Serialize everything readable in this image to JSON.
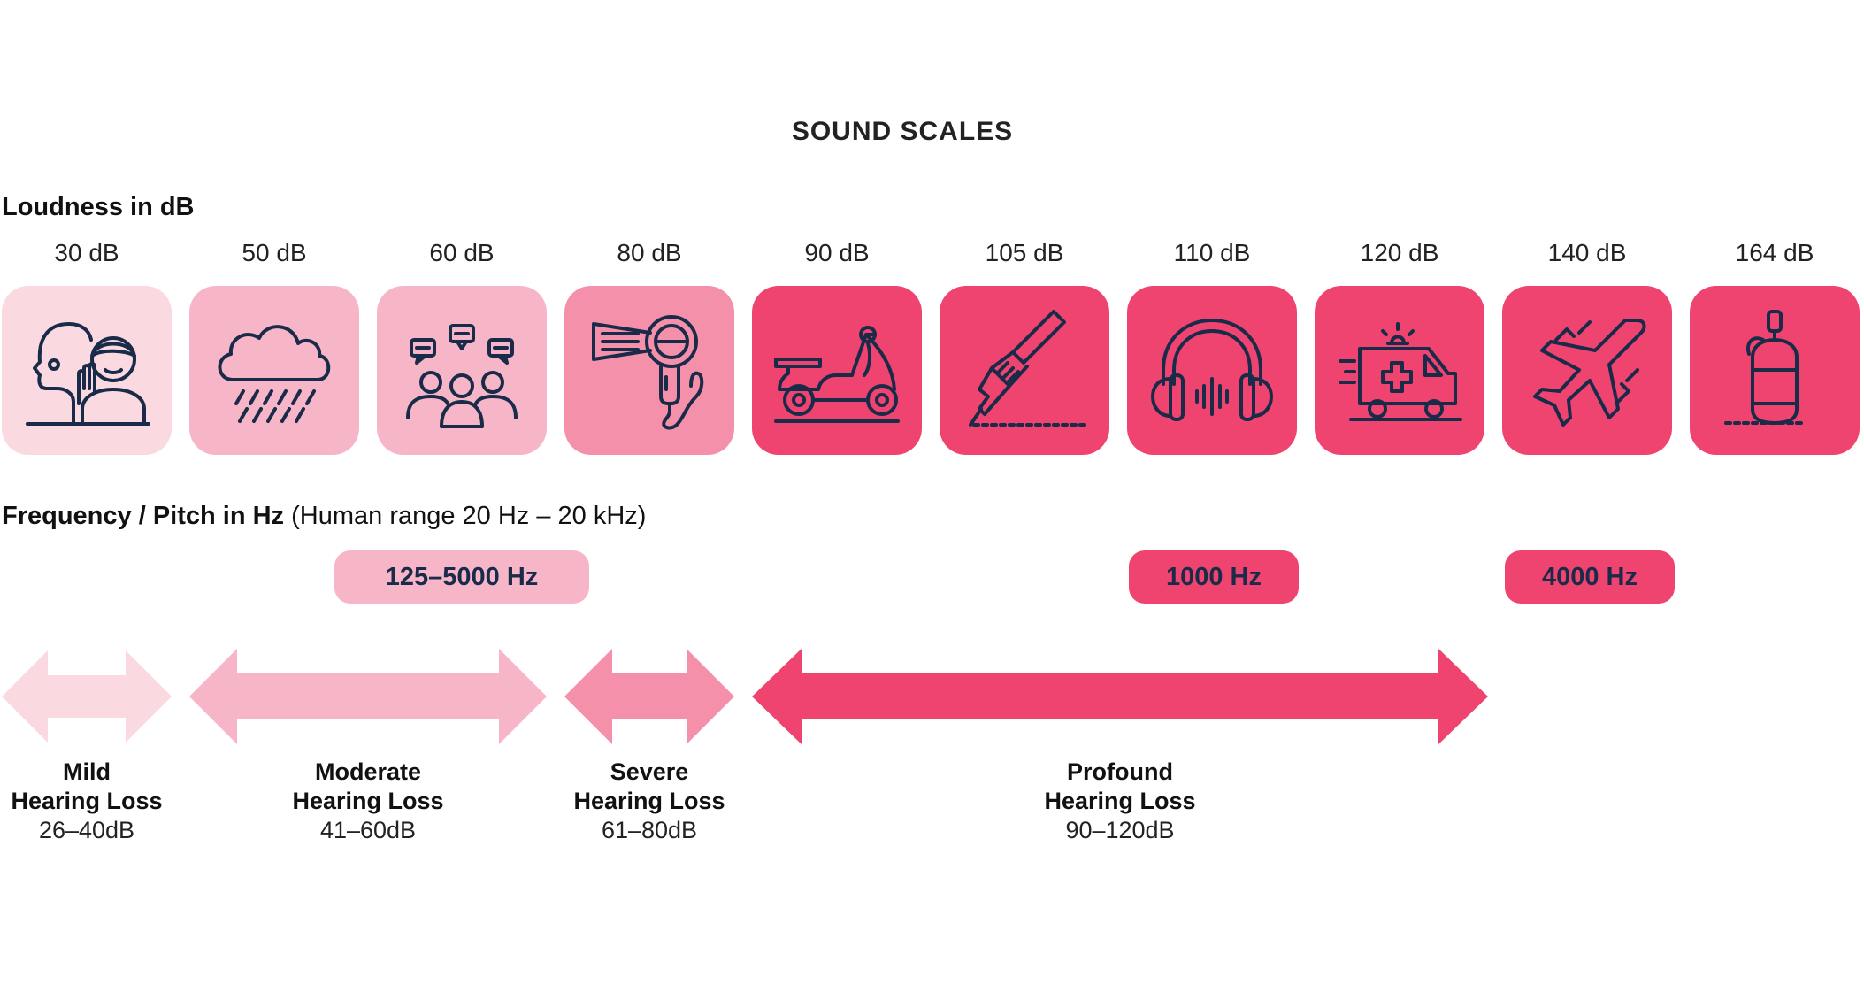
{
  "title": "SOUND SCALES",
  "loudness_label": "Loudness in dB",
  "frequency_label_bold": "Frequency / Pitch in Hz",
  "frequency_label_rest": " (Human range 20 Hz – 20 kHz)",
  "colors": {
    "lightest": "#fad9e1",
    "light": "#f7b6c8",
    "medium": "#f590ab",
    "strong": "#ef446f",
    "icon_stroke": "#1a2b4a"
  },
  "scale": [
    {
      "db": "30 dB",
      "icon": "whisper-icon",
      "level": "lightest"
    },
    {
      "db": "50 dB",
      "icon": "rain-cloud-icon",
      "level": "light"
    },
    {
      "db": "60 dB",
      "icon": "conversation-icon",
      "level": "light"
    },
    {
      "db": "80 dB",
      "icon": "hair-dryer-icon",
      "level": "medium"
    },
    {
      "db": "90 dB",
      "icon": "scooter-icon",
      "level": "strong"
    },
    {
      "db": "105 dB",
      "icon": "chainsaw-icon",
      "level": "strong"
    },
    {
      "db": "110 dB",
      "icon": "headphones-icon",
      "level": "strong"
    },
    {
      "db": "120 dB",
      "icon": "ambulance-icon",
      "level": "strong"
    },
    {
      "db": "140 dB",
      "icon": "airplane-icon",
      "level": "strong"
    },
    {
      "db": "164 dB",
      "icon": "gas-cylinder-icon",
      "level": "strong"
    }
  ],
  "frequencies": [
    {
      "label": "125–5000 Hz",
      "level": "light"
    },
    {
      "label": "1000 Hz",
      "level": "strong"
    },
    {
      "label": "4000 Hz",
      "level": "strong"
    }
  ],
  "hearing_loss": [
    {
      "line1": "Mild",
      "line2": "Hearing Loss",
      "range": "26–40dB",
      "level": "lightest"
    },
    {
      "line1": "Moderate",
      "line2": "Hearing Loss",
      "range": "41–60dB",
      "level": "light"
    },
    {
      "line1": "Severe",
      "line2": "Hearing Loss",
      "range": "61–80dB",
      "level": "medium"
    },
    {
      "line1": "Profound",
      "line2": "Hearing Loss",
      "range": "90–120dB",
      "level": "strong"
    }
  ]
}
